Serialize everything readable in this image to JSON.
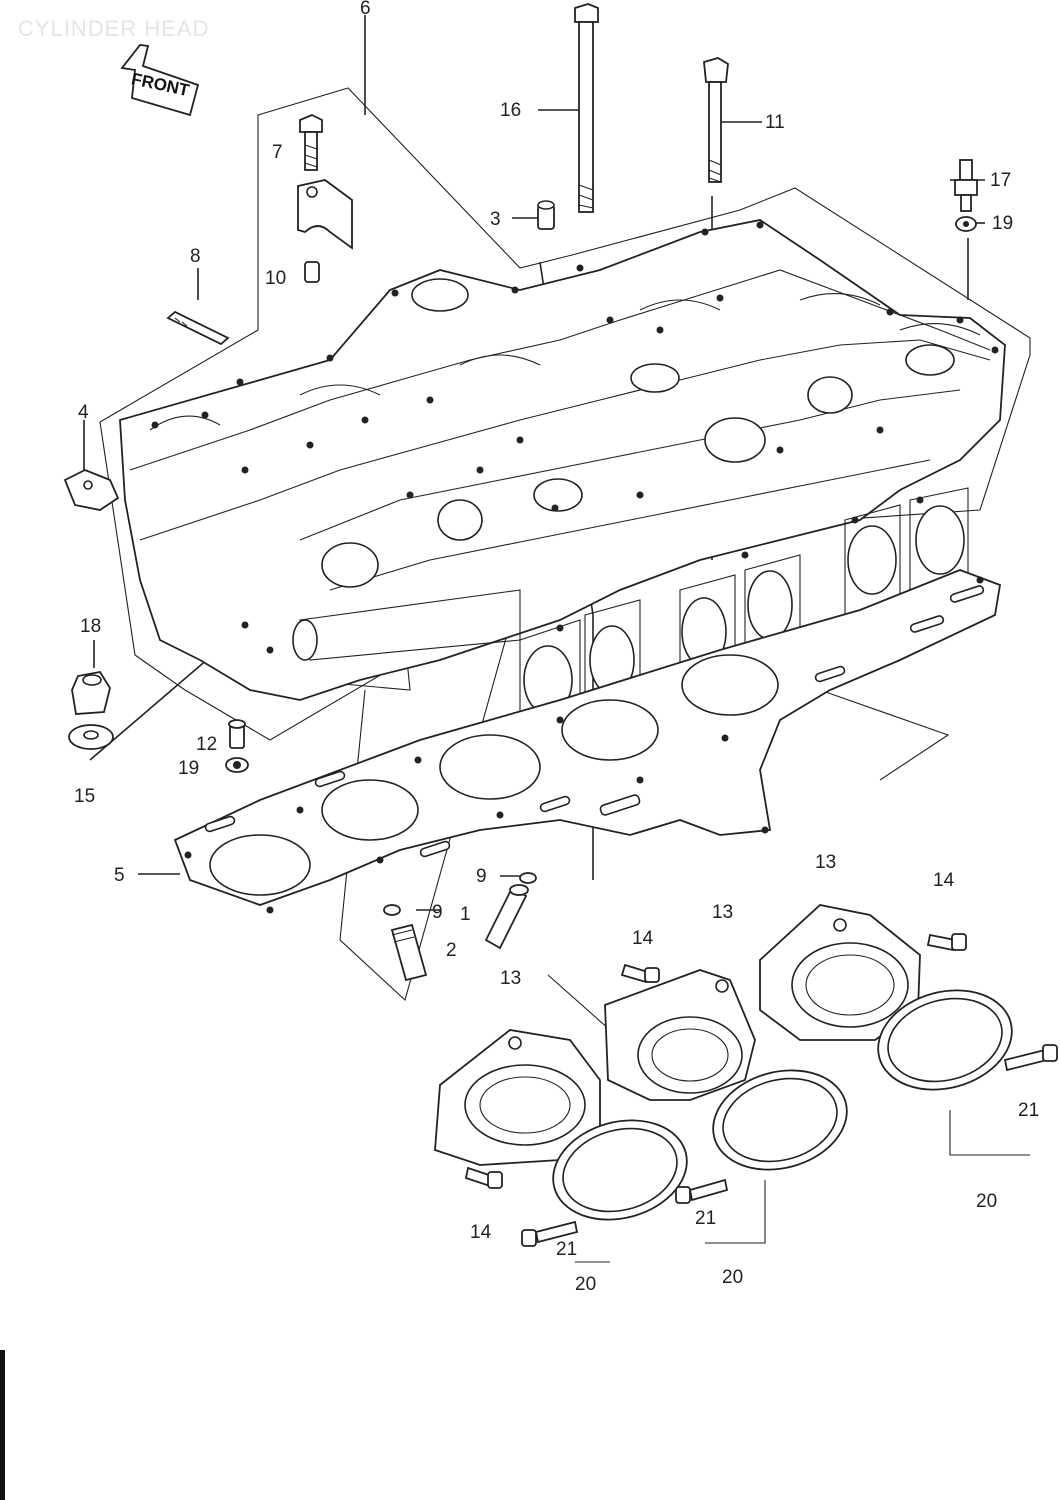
{
  "title": "CYLINDER HEAD",
  "front_label": "FRONT",
  "labels": {
    "p1": "1",
    "p2": "2",
    "p3": "3",
    "p4": "4",
    "p5": "5",
    "p6": "6",
    "p7": "7",
    "p8": "8",
    "p9a": "9",
    "p9b": "9",
    "p10": "10",
    "p11": "11",
    "p12": "12",
    "p13a": "13",
    "p13b": "13",
    "p13c": "13",
    "p14a": "14",
    "p14b": "14",
    "p14c": "14",
    "p15": "15",
    "p16": "16",
    "p17": "17",
    "p18": "18",
    "p19a": "19",
    "p19b": "19",
    "p20a": "20",
    "p20b": "20",
    "p20c": "20",
    "p21a": "21",
    "p21b": "21",
    "p21c": "21"
  }
}
